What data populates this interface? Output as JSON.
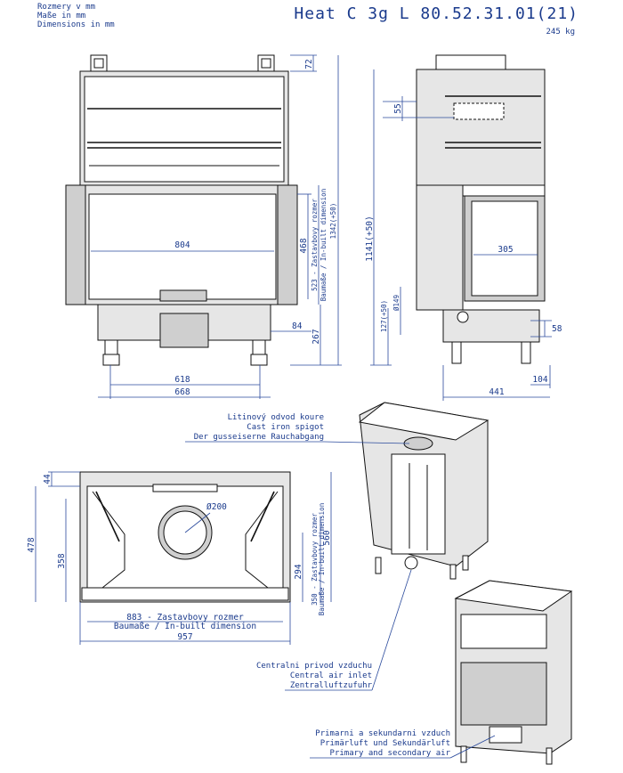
{
  "header": {
    "units_cz": "Rozmery v mm",
    "units_de": "Maße in mm",
    "units_en": "Dimensions in mm",
    "model": "Heat C 3g L 80.52.31.01(21)",
    "weight": "245 kg"
  },
  "front_view": {
    "dim_top": "72",
    "dim_width_inner": "804",
    "dim_468": "468",
    "dim_523": "523 - Zastavbovy rozmer",
    "dim_523_de": "Baumaße / In-built dimension",
    "dim_1342": "1342(+50)",
    "dim_84": "84",
    "dim_267": "267",
    "dim_618": "618",
    "dim_668": "668"
  },
  "side_view": {
    "dim_55": "55",
    "dim_1141": "1141(+50)",
    "dim_305": "305",
    "dim_127": "127(+50)",
    "dim_149": "Ø149",
    "dim_58": "58",
    "dim_104": "104",
    "dim_441": "441"
  },
  "plan_view": {
    "dim_44": "44",
    "dim_478": "478",
    "dim_358": "358",
    "dim_200": "Ø200",
    "dim_294": "294",
    "dim_350": "350 - Zastavbovy rozmer",
    "dim_350_de": "Baumaße / In-built dimension",
    "dim_560": "560",
    "dim_883": "883 - Zastavbovy rozmer",
    "dim_883_de": "Baumaße / In-built dimension",
    "dim_957": "957"
  },
  "labels": {
    "spigot_cz": "Litinový odvod koure",
    "spigot_en": "Cast iron spigot",
    "spigot_de": "Der gusseiserne Rauchabgang",
    "air_cz": "Centralni privod vzduchu",
    "air_en": "Central air inlet",
    "air_de": "Zentralluftzufuhr",
    "prim_cz": "Primarni a sekundarni vzduch",
    "prim_de": "Primärluft und Sekundärluft",
    "prim_en": "Primary and secondary air"
  }
}
